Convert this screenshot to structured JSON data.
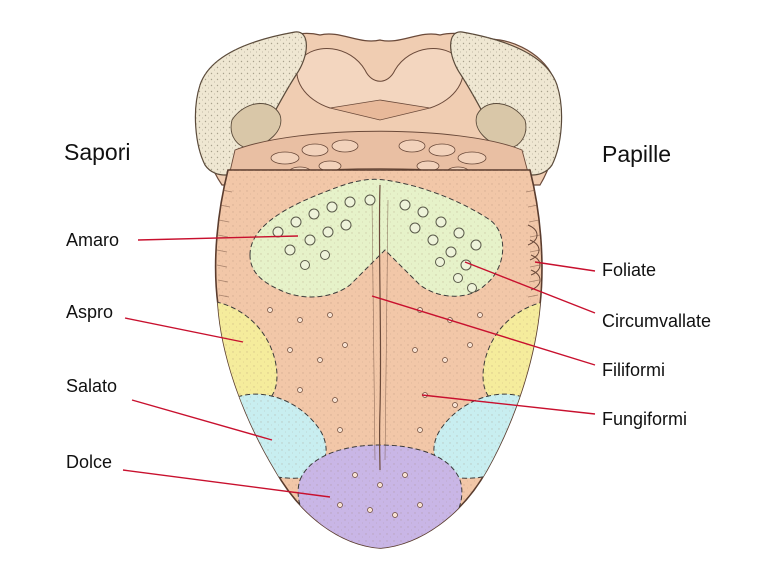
{
  "headings": {
    "left": "Sapori",
    "right": "Papille"
  },
  "tastes": {
    "bitter": "Amaro",
    "sour": "Aspro",
    "salty": "Salato",
    "sweet": "Dolce"
  },
  "papillae": {
    "foliate": "Foliate",
    "circumvallate": "Circumvallate",
    "filiform": "Filiformi",
    "fungiform": "Fungiformi"
  },
  "colors": {
    "leader_line": "#c8102e",
    "tongue_body": "#f2c7a8",
    "bitter_zone": "#e6f2c9",
    "sour_zone": "#f5ec9c",
    "salty_zone": "#c8eef0",
    "sweet_zone": "#c9b6e6",
    "epiglottis": "#efe7d2"
  }
}
